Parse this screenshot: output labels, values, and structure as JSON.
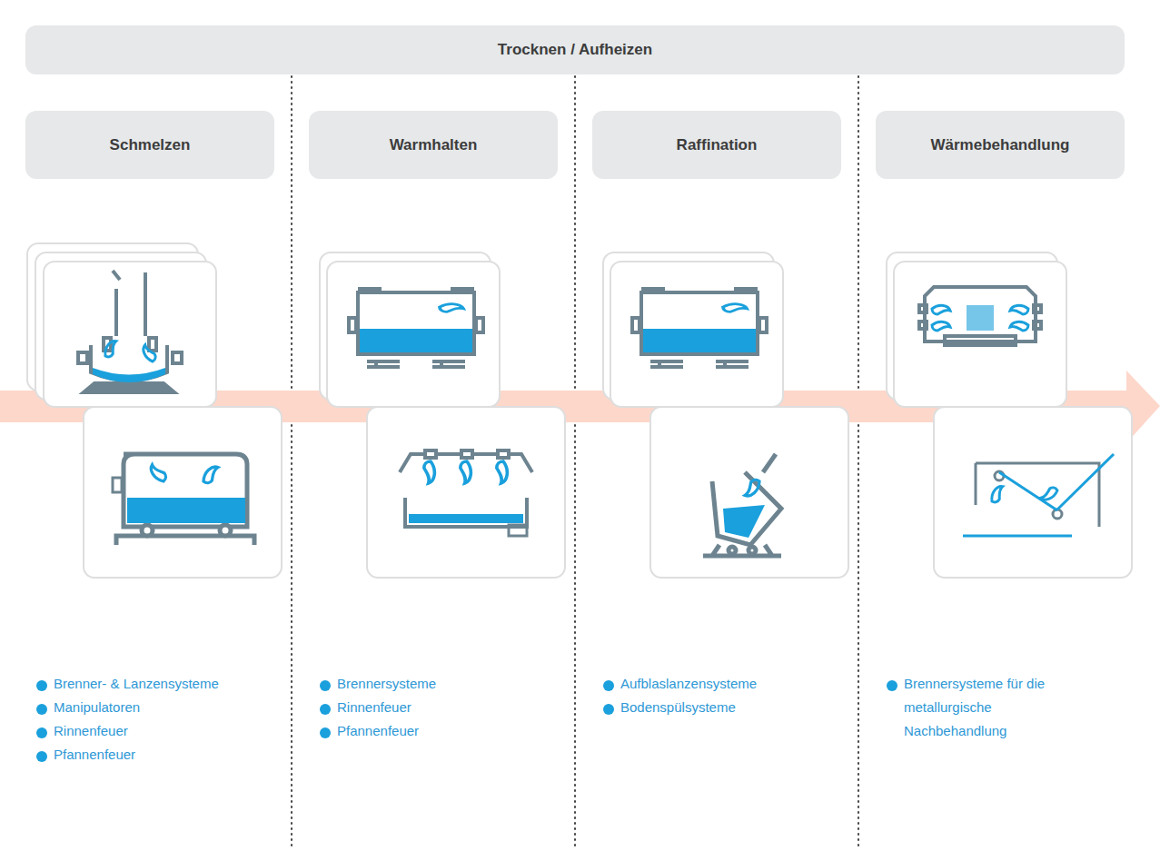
{
  "diagram": {
    "nodes": [
      {
        "text": [
          "Trocknen / Aufheizen"
        ]
      },
      {
        "text": [
          "Schmelzen"
        ]
      },
      {
        "text": [
          "Warmhalten"
        ]
      },
      {
        "text": [
          "Raffination"
        ]
      },
      {
        "text": [
          "Wärmebehandlung"
        ]
      }
    ],
    "labels": [
      "Brenner- & Lanzensysteme",
      "Manipulatoren",
      "Rinnenfeuer",
      "Pfannenfeuer",
      "Brennersysteme",
      "Rinnenfeuer",
      "Pfannenfeuer",
      "Aufblaslanzensysteme",
      "Bodenspülsysteme",
      "Brennersysteme für die metallurgische Nachbehandlung"
    ]
  }
}
